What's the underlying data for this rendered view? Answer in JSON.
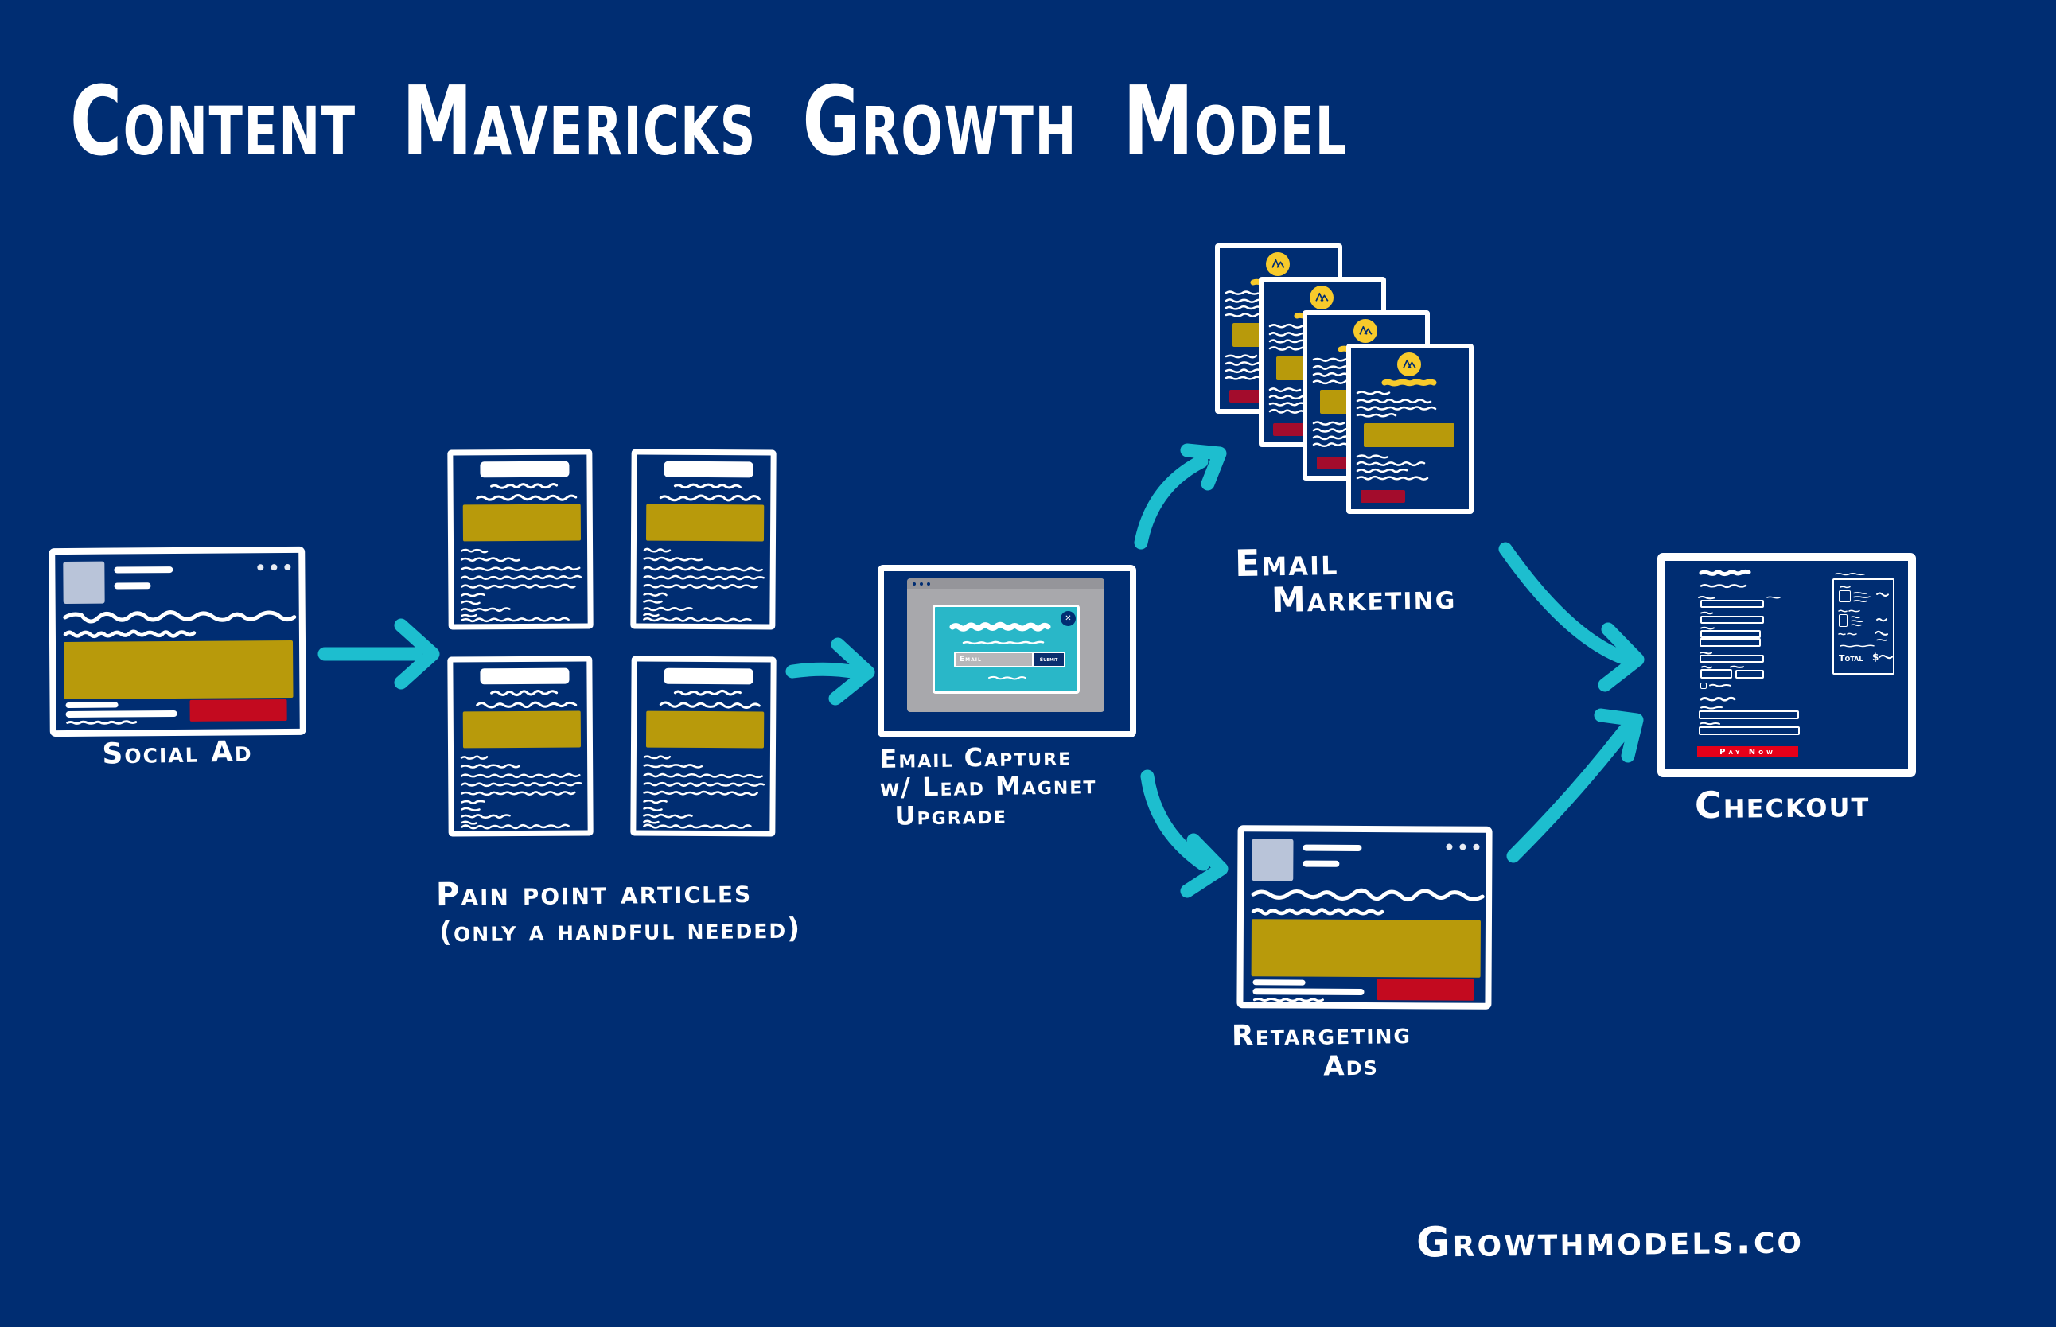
{
  "title": "Content Mavericks Growth Model",
  "colors": {
    "background": "#002d72",
    "arrow_cyan": "#1dbecf",
    "modal_teal": "#29b7c8",
    "gold": "#b89a0b",
    "yellow": "#f7ca2b",
    "ad_red": "#c30a1f",
    "email_red": "#a30c2c",
    "pay_red": "#e60019",
    "browser_gray": "#a8a8ac",
    "avatar_gray": "#b9c4d9"
  },
  "nodes": {
    "social_ad": {
      "label": "Social Ad"
    },
    "articles": {
      "label": "Pain point articles",
      "sublabel": "(only a handful needed)",
      "count": 4
    },
    "email_capture": {
      "label_line1": "Email Capture",
      "label_line2": "w/ Lead Magnet",
      "label_line3": "Upgrade",
      "modal": {
        "input_placeholder": "Email",
        "submit_label": "Submit"
      }
    },
    "email_marketing": {
      "label_line1": "Email",
      "label_line2": "Marketing",
      "count": 4
    },
    "retargeting": {
      "label_line1": "Retargeting",
      "label_line2": "Ads"
    },
    "checkout": {
      "label": "Checkout",
      "pay_button": "Pay Now",
      "summary_total_label": "Total",
      "summary_currency": "$"
    }
  },
  "footer": {
    "logo": "Growthmodels.co"
  }
}
